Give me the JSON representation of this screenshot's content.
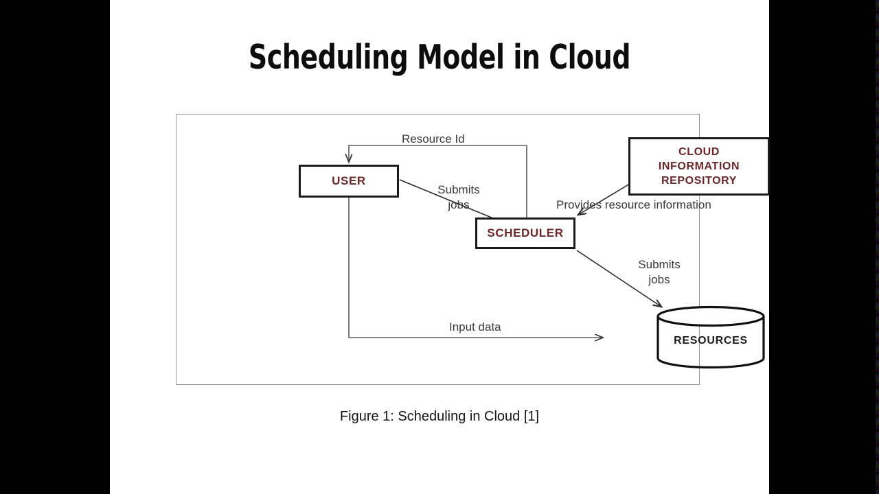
{
  "slide": {
    "title": "Scheduling Model in Cloud",
    "caption": "Figure 1: Scheduling in Cloud [1]"
  },
  "colors": {
    "node_text": "#6b2527",
    "node_border": "#1a1a1a",
    "frame_border": "#9a9a9a",
    "edge_label": "#3a3a3a",
    "letterbox": "#000000",
    "slide_background": "#ffffff"
  },
  "diagram": {
    "nodes": {
      "user": {
        "label": "USER"
      },
      "scheduler": {
        "label": "SCHEDULER"
      },
      "cloud_information_repository": {
        "line1": "CLOUD",
        "line2": "INFORMATION",
        "line3": "REPOSITORY"
      },
      "resources": {
        "label": "RESOURCES"
      }
    },
    "edges": {
      "resource_id": {
        "label": "Resource Id",
        "from": "scheduler",
        "to": "user"
      },
      "submits_jobs_user": {
        "label_line1": "Submits",
        "label_line2": "jobs",
        "from": "user",
        "to": "scheduler"
      },
      "provides_resource_information": {
        "label": "Provides resource information",
        "from": "cloud_information_repository",
        "to": "scheduler"
      },
      "submits_jobs_scheduler": {
        "label_line1": "Submits",
        "label_line2": "jobs",
        "from": "scheduler",
        "to": "resources"
      },
      "input_data": {
        "label": "Input data",
        "from": "user",
        "to": "resources"
      }
    }
  }
}
